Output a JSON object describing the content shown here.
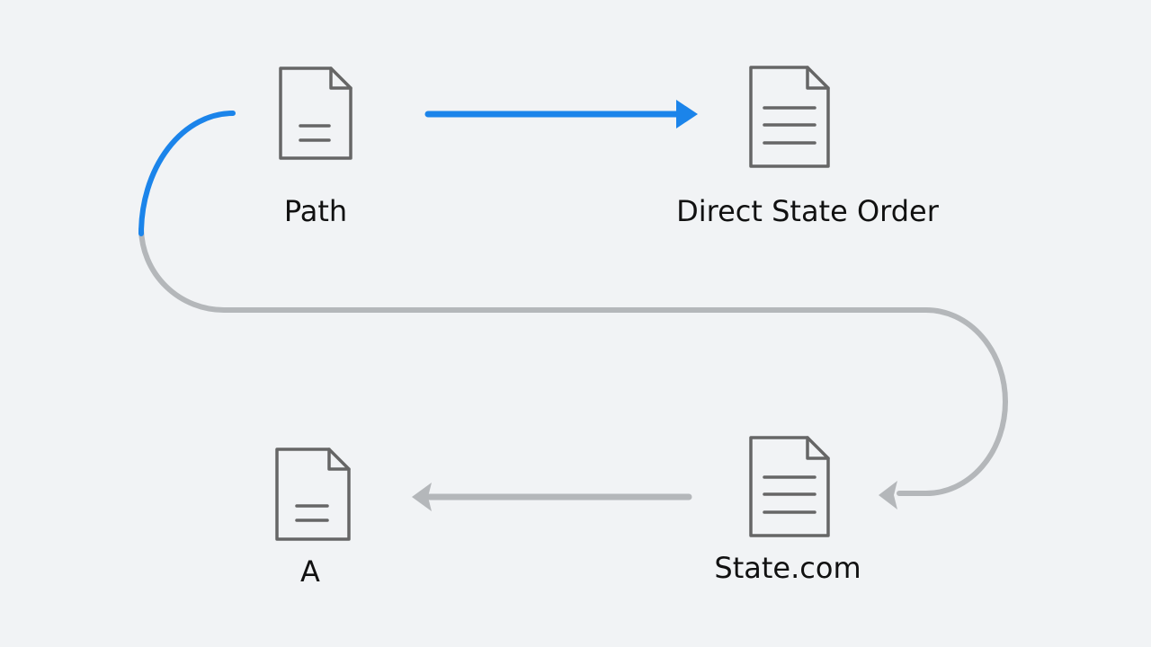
{
  "nodes": {
    "path": {
      "label": "Path",
      "icon": "document-icon"
    },
    "direct_state_order": {
      "label": "Direct State Order",
      "icon": "document-lines-icon"
    },
    "state_com": {
      "label": "State.com",
      "icon": "document-lines-icon"
    },
    "a": {
      "label": "A",
      "icon": "document-icon"
    }
  },
  "colors": {
    "background": "#f1f3f5",
    "active_edge": "#1b84ea",
    "inactive_edge": "#b4b7ba",
    "icon_stroke": "#666666",
    "label_text": "#111111"
  },
  "edges": [
    {
      "from": "path",
      "to": "direct_state_order",
      "state": "active"
    },
    {
      "from": "path",
      "to": "state_com",
      "state": "partially-active"
    },
    {
      "from": "state_com",
      "to": "a",
      "state": "inactive"
    }
  ]
}
